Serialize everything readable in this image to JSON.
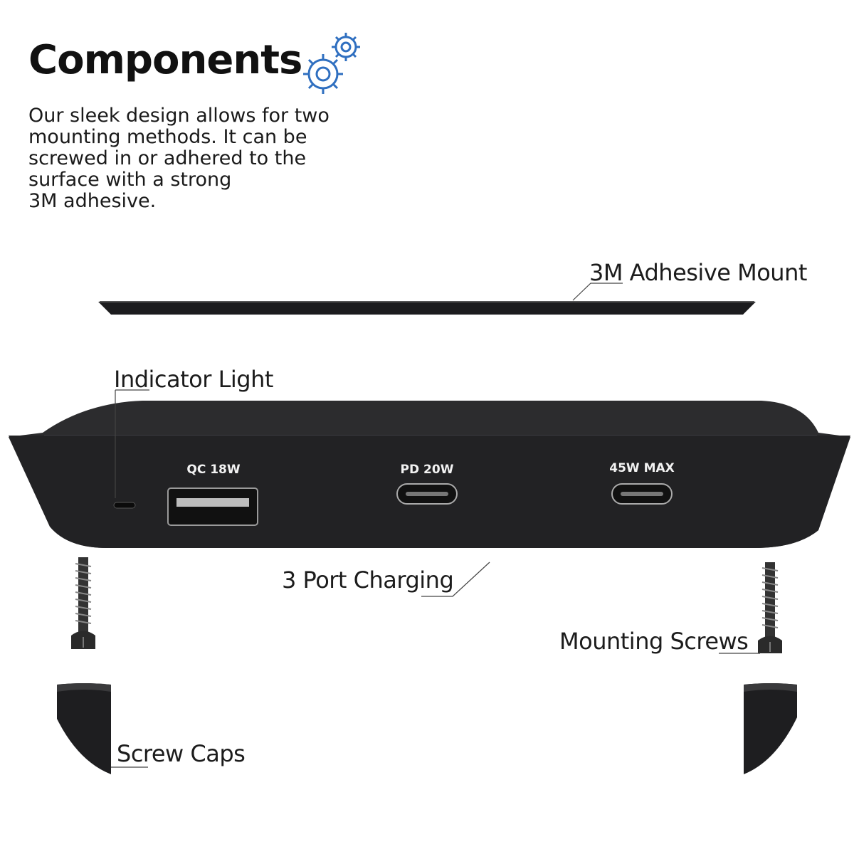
{
  "header": {
    "title": "Components",
    "description": "Our sleek design allows for two\nmounting methods. It can be\nscrewed in or adhered to the\nsurface with a strong\n3M adhesive."
  },
  "callouts": {
    "adhesive_mount": "3M Adhesive Mount",
    "indicator_light": "Indicator Light",
    "port_charging": "3 Port Charging",
    "mounting_screws": "Mounting Screws",
    "screw_caps": "Screw Caps"
  },
  "ports": {
    "usb_a": "QC 18W",
    "usb_c_1": "PD 20W",
    "usb_c_2": "45W MAX"
  },
  "colors": {
    "device_body": "#2b2b2d",
    "device_face": "#1f1f21",
    "gear_icon": "#2f6fc0",
    "text": "#111111"
  },
  "icons": {
    "title_icon": "gears-icon"
  }
}
